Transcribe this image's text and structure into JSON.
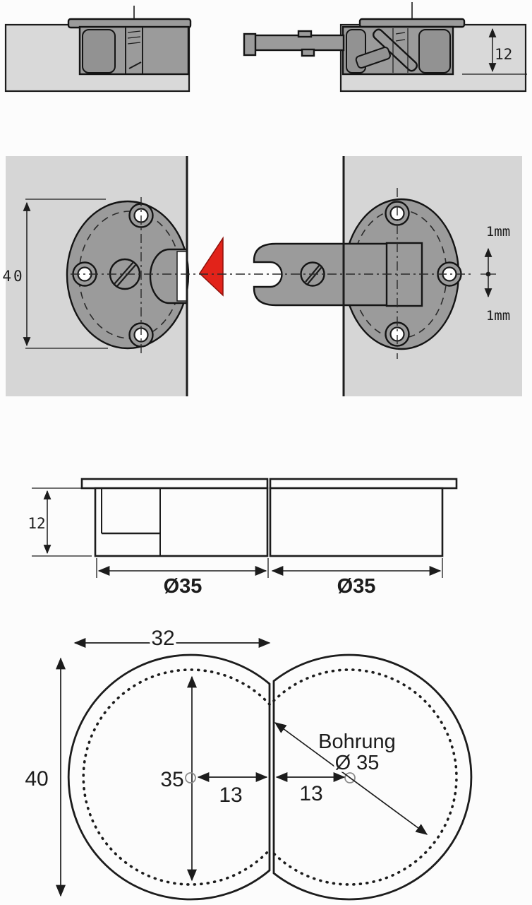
{
  "drawing": {
    "type": "furniture-fitting technical drawing",
    "colors": {
      "panel_light_gray": "#d6d6d6",
      "fitting_gray": "#9b9b9b",
      "line": "#1c1c1c",
      "accent_red": "#e2231a",
      "background": "#fcfcfc"
    },
    "top_view": {
      "depth_dim": "12"
    },
    "front_view": {
      "height_dim": "40",
      "adjust_top": "1mm",
      "adjust_bottom": "1mm"
    },
    "side_view": {
      "depth_dim": "12",
      "left_dia": "Ø35",
      "right_dia": "Ø35"
    },
    "plan_view": {
      "width_dim": "32",
      "height_dim": "40",
      "bore_dim": "35",
      "left_offset": "13",
      "right_offset": "13",
      "bore_label_line1": "Bohrung",
      "bore_label_line2": "Ø 35"
    }
  }
}
